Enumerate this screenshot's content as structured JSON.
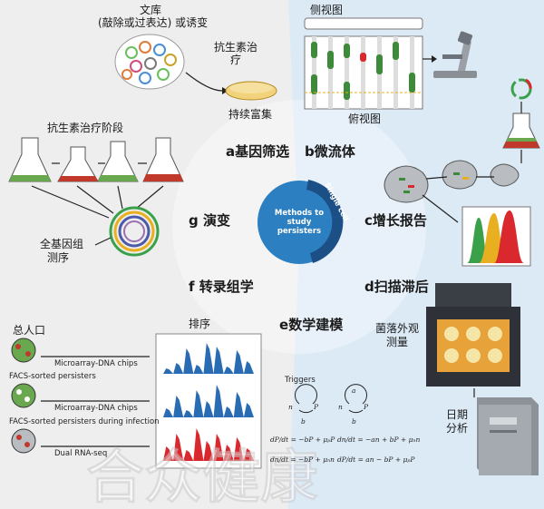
{
  "colors": {
    "bg_left": "#eeeeee",
    "bg_right": "#dceaf6",
    "center_dark": "#1c4f86",
    "center_light": "#2c7fc0",
    "chart_blue": "#2a6cb3",
    "chart_red": "#d9282e"
  },
  "center": {
    "title": "Methods to study persisters",
    "ring_label": "Single cell"
  },
  "sections": {
    "a": {
      "letter": "a",
      "title": "基因筛选"
    },
    "b": {
      "letter": "b",
      "title": "微流体"
    },
    "c": {
      "letter": "c",
      "title": "增长报告"
    },
    "d": {
      "letter": "d",
      "title": "扫描滞后"
    },
    "e": {
      "letter": "e",
      "title": "数学建模"
    },
    "f": {
      "letter": "f",
      "title": "转录组学"
    },
    "g": {
      "letter": "g",
      "title": "演变"
    }
  },
  "labels": {
    "library": "文库",
    "library_sub": "(敲除或过表达) 或诱变",
    "antibiotic_treatment": "抗生素治疗",
    "persistent_enrichment": "持续富集",
    "side_view": "侧视图",
    "top_view": "俯视图",
    "antibiotic_stages": "抗生素治疗阶段",
    "whole_genome_seq_1": "全基因组",
    "whole_genome_seq_2": "测序",
    "total_population": "总人口",
    "sorting": "排序",
    "colony_morphology_1": "菌落外观",
    "colony_morphology_2": "测量",
    "date_analysis_1": "日期",
    "date_analysis_2": "分析",
    "triggers": "Triggers",
    "microarray_1": "Microarray-DNA chips",
    "microarray_2": "Microarray-DNA chips",
    "facs_sorted": "FACS-sorted persisters",
    "facs_infection": "FACS-sorted persisters during infection",
    "dual_rnaseq": "Dual RNA-seq"
  },
  "equations": {
    "eq1_l": "dP/dt = −bP + μₚP",
    "eq1_r": "dn/dt = −an + bP + μₙn",
    "eq2_l": "dn/dt = −bP + μₙn",
    "eq2_r": "dP/dt = an − bP + μₚP",
    "node_n": "n",
    "node_p": "P",
    "rate_a": "a",
    "rate_b": "b"
  },
  "watermark": "合众健康"
}
